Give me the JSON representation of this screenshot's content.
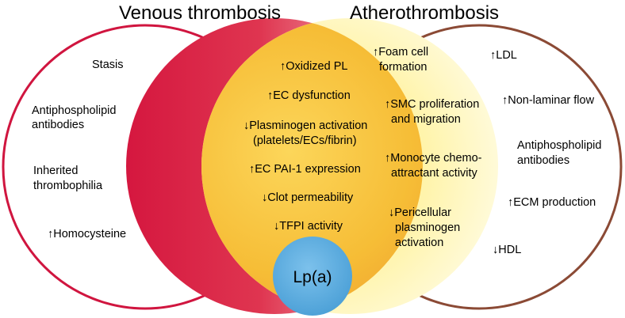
{
  "titles": {
    "left": "Venous thrombosis",
    "right": "Atherothrombosis"
  },
  "center_label": "Lp(a)",
  "colors": {
    "left_outline": "#d0153f",
    "right_outline": "#8b4a35",
    "venous_red": "#d81b47",
    "athero_yellow": "#fff2a0",
    "overlap_orange": "#f5b52a",
    "lpa_blue": "#5aaee0"
  },
  "venous_only": [
    "Stasis",
    "Antiphospholipid",
    "antibodies",
    "Inherited",
    "thrombophilia",
    "↑Homocysteine"
  ],
  "shared": [
    "↑Oxidized PL",
    "↑EC dysfunction",
    "↓Plasminogen activation",
    "(platelets/ECs/fibrin)",
    "↑EC PAI-1 expression",
    "↓Clot permeability",
    "↓TFPI activity"
  ],
  "athero_mid": [
    "↑Foam cell",
    "formation",
    "↑SMC proliferation",
    "and migration",
    "↑Monocyte chemo-",
    "attractant activity",
    "↓Pericellular",
    "plasminogen",
    "activation"
  ],
  "athero_outer": [
    "↑LDL",
    "↑Non-laminar flow",
    "Antiphospholipid",
    "antibodies",
    "↑ECM production",
    "↓HDL"
  ]
}
